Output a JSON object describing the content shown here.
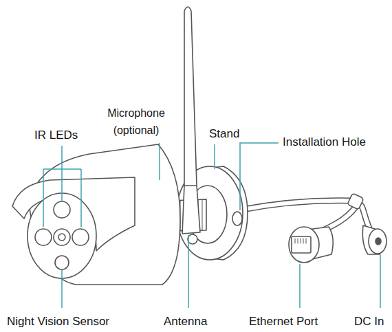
{
  "diagram": {
    "labels": [
      "Microphone (optional)",
      "IR LEDs",
      "Stand",
      "Installation Hole",
      "Night Vision Sensor",
      "Antenna",
      "Ethernet Port",
      "DC In"
    ]
  }
}
